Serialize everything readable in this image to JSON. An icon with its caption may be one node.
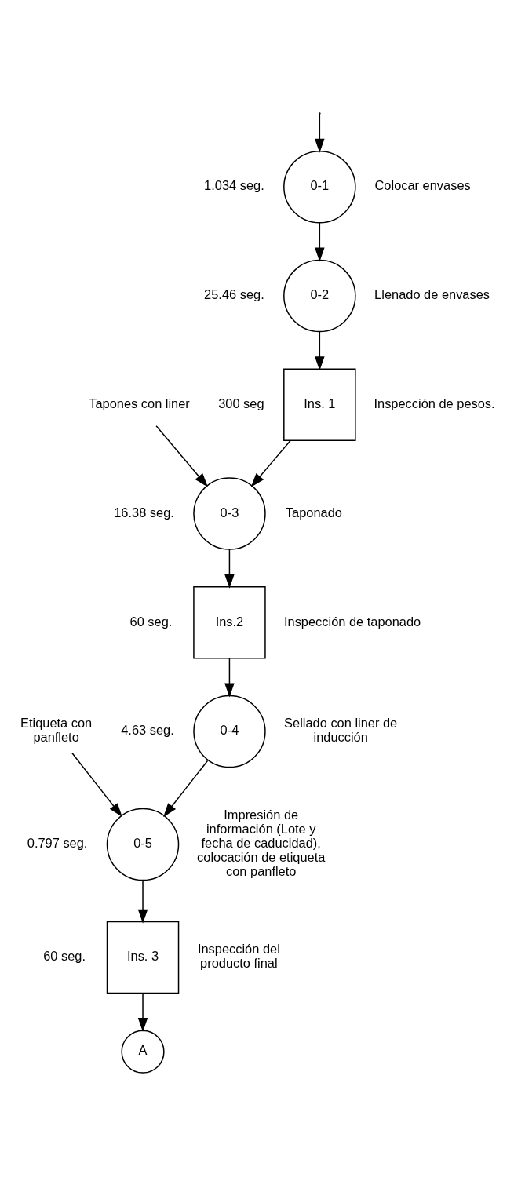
{
  "diagram": {
    "nodes": [
      {
        "text": [
          "0-1"
        ],
        "beside": [
          "1.034 seg.",
          "Colocar envases"
        ]
      },
      {
        "text": [
          "0-2"
        ],
        "beside": [
          "25.46 seg.",
          "Llenado de envases"
        ]
      },
      {
        "text": [
          "Ins. 1"
        ],
        "beside": [
          "300 seg",
          "Inspección de pesos."
        ]
      },
      {
        "text": [
          "Tapones con liner"
        ]
      },
      {
        "text": [
          "0-3"
        ],
        "beside": [
          "16.38 seg.",
          "Taponado"
        ]
      },
      {
        "text": [
          "Ins.2"
        ],
        "beside": [
          "60 seg.",
          "Inspección de taponado"
        ]
      },
      {
        "text": [
          "0-4"
        ],
        "beside": [
          "4.63 seg.",
          "Sellado con liner de inducción"
        ]
      },
      {
        "text": [
          "Etiqueta con panfleto"
        ]
      },
      {
        "text": [
          "0-5"
        ],
        "beside": [
          "0.797 seg.",
          "Impresión de información (Lote y fecha de caducidad), colocación de etiqueta con panfleto"
        ]
      },
      {
        "text": [
          "Ins. 3"
        ],
        "beside": [
          "60 seg.",
          "Inspección del producto final"
        ]
      },
      {
        "text": [
          "A"
        ]
      }
    ],
    "edges": [
      {
        "from": null,
        "to": 0,
        "arrow": "to"
      },
      {
        "from": 0,
        "to": 1,
        "arrow": "to"
      },
      {
        "from": 1,
        "to": 2,
        "arrow": "to"
      },
      {
        "from": 2,
        "to": 4,
        "arrow": "to"
      },
      {
        "from": 3,
        "to": 4,
        "arrow": "to"
      },
      {
        "from": 4,
        "to": 5,
        "arrow": "to"
      },
      {
        "from": 5,
        "to": 6,
        "arrow": "to"
      },
      {
        "from": 6,
        "to": 8,
        "arrow": "to"
      },
      {
        "from": 7,
        "to": 8,
        "arrow": "to"
      },
      {
        "from": 8,
        "to": 9,
        "arrow": "to"
      },
      {
        "from": 9,
        "to": 10,
        "arrow": "to"
      }
    ]
  }
}
